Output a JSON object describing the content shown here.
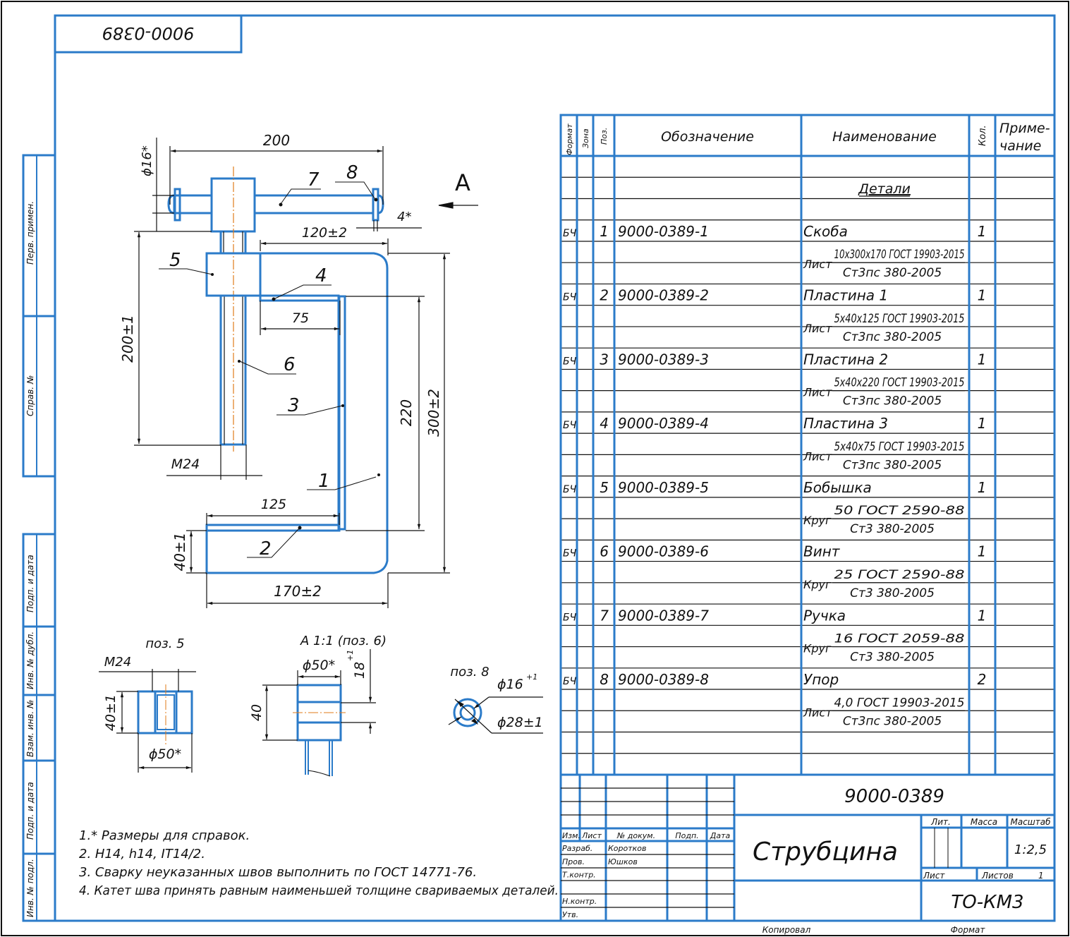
{
  "sheet": {
    "stamp_top": "9000-0389",
    "side_labels": [
      "Перв. примен.",
      "Справ. №",
      "Подп. и дата",
      "Инв. № дубл.",
      "Взам. инв. №",
      "Подп. и дата",
      "Инв. № подл."
    ]
  },
  "drawing": {
    "view_label": "A",
    "positions": [
      "1",
      "2",
      "3",
      "4",
      "5",
      "6",
      "7",
      "8"
    ],
    "dims": {
      "handle_len": "200",
      "handle_dia": "ϕ16*",
      "stop_thk": "4*",
      "top_len": "120±2",
      "plate3_len": "75",
      "screw_len": "200±1",
      "thread": "M24",
      "inner_h": "220",
      "total_h": "300±2",
      "bottom_len": "125",
      "bottom_h": "40±1",
      "total_w": "170±2"
    },
    "detail_5": {
      "title": "поз. 5",
      "thread": "M24",
      "height": "40±1",
      "dia": "ϕ50*"
    },
    "detail_6": {
      "title": "A 1:1 (поз. 6)",
      "dia": "ϕ50*",
      "height": "40",
      "hole": "18",
      "hole_tol": "+1"
    },
    "detail_8": {
      "title": "поз. 8",
      "inner": "ϕ16",
      "inner_tol": "+1",
      "outer": "ϕ28±1"
    }
  },
  "notes": [
    "1.* Размеры для справок.",
    "2. H14, h14, IT14/2.",
    "3. Сварку неуказанных швов выполнить по ГОСТ 14771-76.",
    "4. Катет шва принять равным наименьшей толщине свариваемых деталей."
  ],
  "spec": {
    "headers": {
      "format": "Формат",
      "zone": "Зона",
      "pos": "Поз.",
      "designation": "Обозначение",
      "name": "Наименование",
      "qty": "Кол.",
      "note1": "Приме-",
      "note2": "чание"
    },
    "section": "Детали",
    "rows": [
      {
        "format": "БЧ",
        "pos": "1",
        "designation": "9000-0389-1",
        "name": "Скоба",
        "qty": "1",
        "mat_prefix": "Лист",
        "mat_top": "10x300x170 ГОСТ 19903-2015",
        "mat_bottom": "Ст3пс 380-2005"
      },
      {
        "format": "БЧ",
        "pos": "2",
        "designation": "9000-0389-2",
        "name": "Пластина 1",
        "qty": "1",
        "mat_prefix": "Лист",
        "mat_top": "5x40x125 ГОСТ 19903-2015",
        "mat_bottom": "Ст3пс 380-2005"
      },
      {
        "format": "БЧ",
        "pos": "3",
        "designation": "9000-0389-3",
        "name": "Пластина 2",
        "qty": "1",
        "mat_prefix": "Лист",
        "mat_top": "5x40x220 ГОСТ 19903-2015",
        "mat_bottom": "Ст3пс 380-2005"
      },
      {
        "format": "БЧ",
        "pos": "4",
        "designation": "9000-0389-4",
        "name": "Пластина 3",
        "qty": "1",
        "mat_prefix": "Лист",
        "mat_top": "5x40x75 ГОСТ 19903-2015",
        "mat_bottom": "Ст3пс 380-2005"
      },
      {
        "format": "БЧ",
        "pos": "5",
        "designation": "9000-0389-5",
        "name": "Бобышка",
        "qty": "1",
        "mat_prefix": "Круг",
        "mat_top": "50 ГОСТ 2590-88",
        "mat_bottom": "Ст3 380-2005"
      },
      {
        "format": "БЧ",
        "pos": "6",
        "designation": "9000-0389-6",
        "name": "Винт",
        "qty": "1",
        "mat_prefix": "Круг",
        "mat_top": "25 ГОСТ 2590-88",
        "mat_bottom": "Ст3 380-2005"
      },
      {
        "format": "БЧ",
        "pos": "7",
        "designation": "9000-0389-7",
        "name": "Ручка",
        "qty": "1",
        "mat_prefix": "Круг",
        "mat_top": "16 ГОСТ 2059-88",
        "mat_bottom": "Ст3 380-2005"
      },
      {
        "format": "БЧ",
        "pos": "8",
        "designation": "9000-0389-8",
        "name": "Упор",
        "qty": "2",
        "mat_prefix": "Лист",
        "mat_top": "4,0 ГОСТ 19903-2015",
        "mat_bottom": "Ст3пс 380-2005"
      }
    ]
  },
  "title_block": {
    "doc_number": "9000-0389",
    "title": "Струбцина",
    "col_headers": {
      "izm": "Изм.",
      "list": "Лист",
      "doc": "№ докум.",
      "sign": "Подп.",
      "date": "Дата"
    },
    "roles": [
      {
        "role": "Разраб.",
        "name": "Коротков"
      },
      {
        "role": "Пров.",
        "name": "Юшков"
      },
      {
        "role": "Т.контр.",
        "name": ""
      },
      {
        "role": "",
        "name": ""
      },
      {
        "role": "Н.контр.",
        "name": ""
      },
      {
        "role": "Утв.",
        "name": ""
      }
    ],
    "lit_label": "Лит.",
    "mass_label": "Масса",
    "scale_label": "Масштаб",
    "scale": "1:2,5",
    "sheet_label": "Лист",
    "sheets_label": "Листов",
    "sheets": "1",
    "org": "ТО-КМ3",
    "copied_label": "Копировал",
    "format_label": "Формат"
  }
}
